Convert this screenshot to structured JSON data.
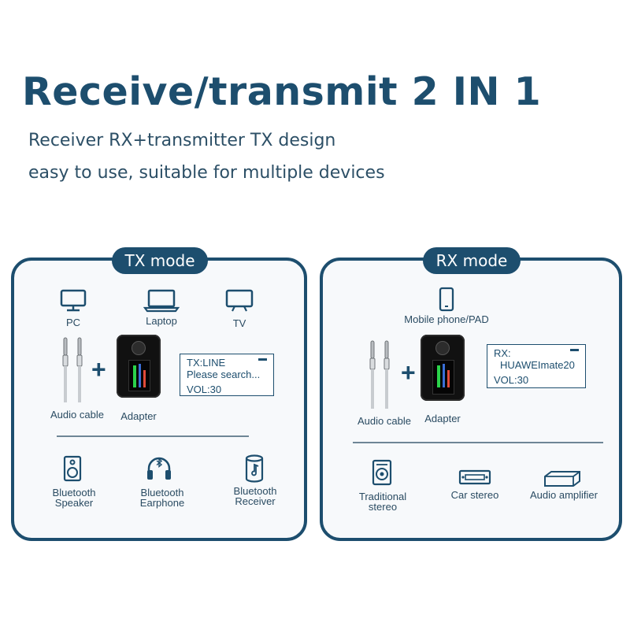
{
  "title": "Receive/transmit 2 IN 1",
  "subtitle_line1": "Receiver RX+transmitter TX  design",
  "subtitle_line2": "easy to use, suitable for multiple devices",
  "tx": {
    "mode": "TX mode",
    "devices": [
      "PC",
      "Laptop",
      "TV"
    ],
    "cable": "Audio cable",
    "plus": "+",
    "adapter": "Adapter",
    "screen": [
      "TX:LINE",
      "Please search...",
      "VOL:30"
    ],
    "outputs": [
      {
        "line1": "Bluetooth",
        "line2": "Speaker"
      },
      {
        "line1": "Bluetooth",
        "line2": "Earphone"
      },
      {
        "line1": "Bluetooth",
        "line2": "Receiver"
      }
    ]
  },
  "rx": {
    "mode": "RX mode",
    "device": "Mobile phone/PAD",
    "cable": "Audio cable",
    "plus": "+",
    "adapter": "Adapter",
    "screen": [
      "RX:",
      "HUAWEImate20",
      "VOL:30"
    ],
    "outputs": [
      {
        "line1": "Traditional",
        "line2": "stereo"
      },
      {
        "line1": "Car stereo",
        "line2": ""
      },
      {
        "line1": "Audio amplifier",
        "line2": ""
      }
    ]
  },
  "colors": {
    "primary": "#1d4e6e",
    "panel_bg": "#f7f9fb",
    "text": "#2a4b62"
  }
}
